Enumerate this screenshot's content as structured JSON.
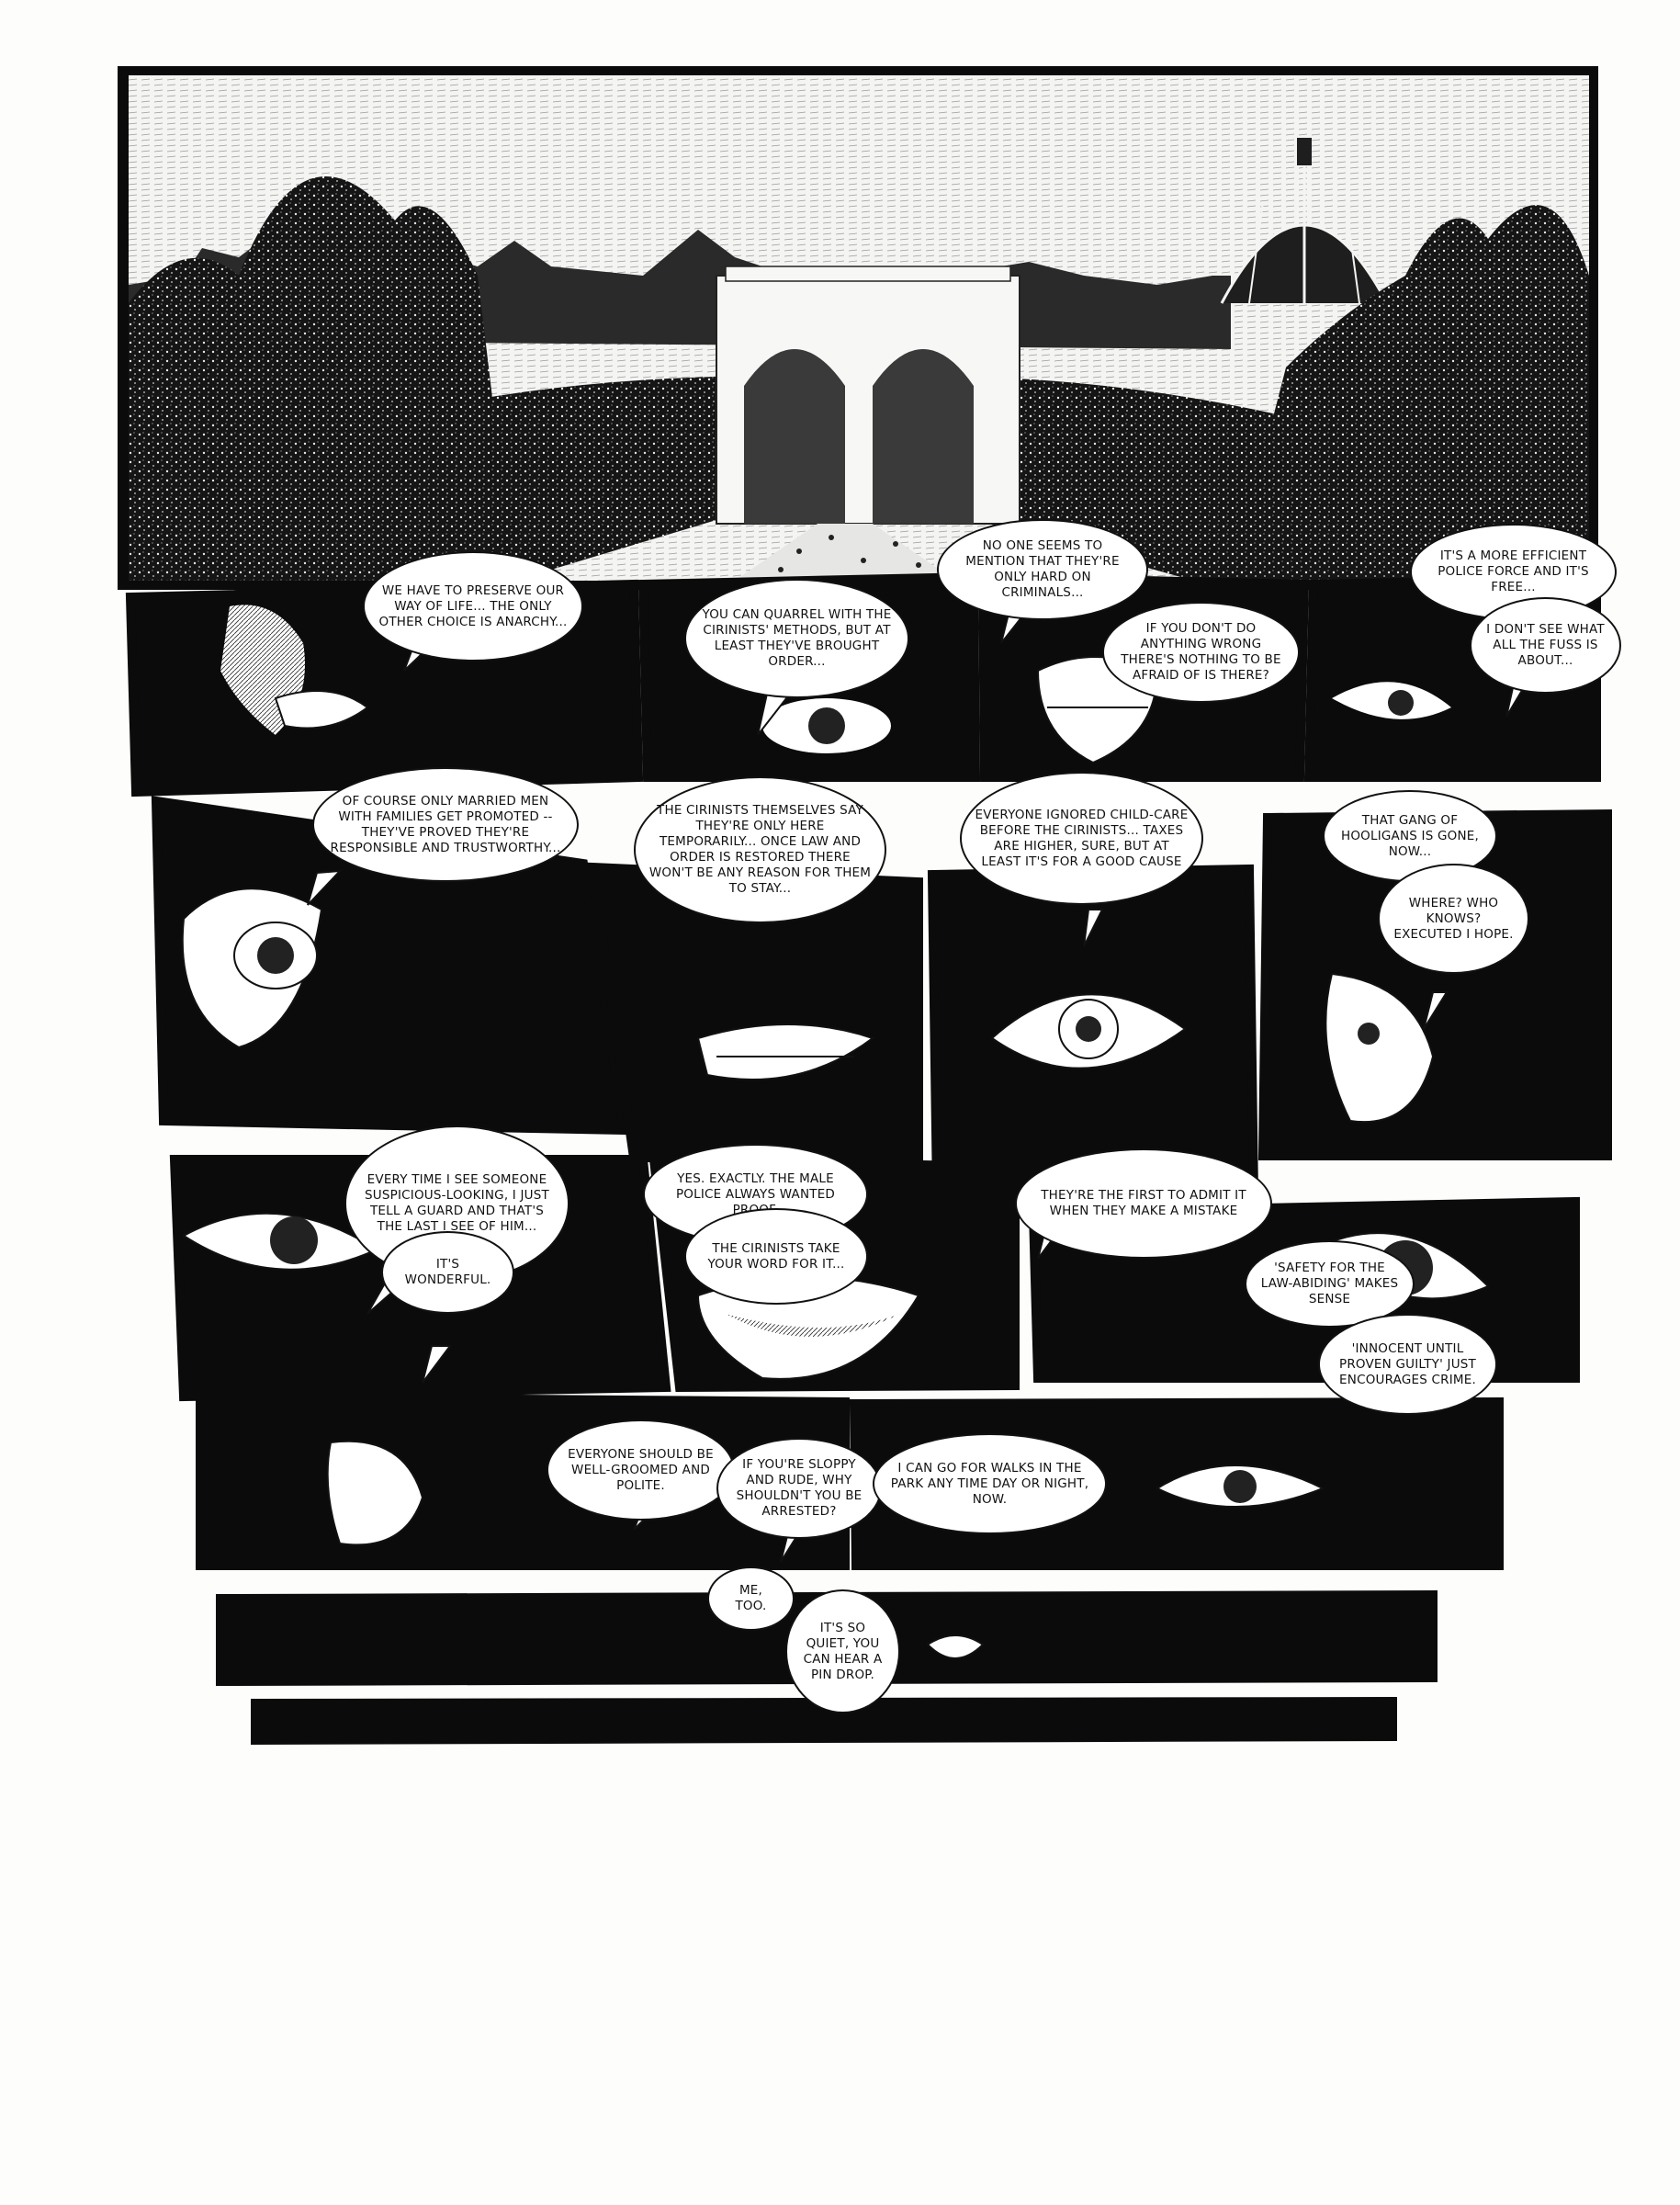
{
  "page": {
    "title": "",
    "colors": {
      "ink": "#111111",
      "paper": "#fdfdfb",
      "panel_black": "#0b0b0b"
    }
  },
  "bubbles": [
    {
      "id": "b1",
      "text": "WE HAVE TO PRESERVE OUR WAY OF LIFE... THE ONLY OTHER CHOICE IS ANARCHY..."
    },
    {
      "id": "b2",
      "text": "YOU CAN QUARREL WITH THE CIRINISTS' METHODS, BUT AT LEAST THEY'VE BROUGHT ORDER..."
    },
    {
      "id": "b3",
      "text": "NO ONE SEEMS TO MENTION THAT THEY'RE ONLY HARD ON CRIMINALS..."
    },
    {
      "id": "b4",
      "text": "IF YOU DON'T DO ANYTHING WRONG THERE'S NOTHING TO BE AFRAID OF IS THERE?"
    },
    {
      "id": "b5",
      "text": "IT'S A MORE EFFICIENT POLICE FORCE AND IT'S FREE..."
    },
    {
      "id": "b6",
      "text": "I DON'T SEE WHAT ALL THE FUSS IS ABOUT..."
    },
    {
      "id": "b7",
      "text": "OF COURSE ONLY MARRIED MEN WITH FAMILIES GET PROMOTED -- THEY'VE PROVED THEY'RE RESPONSIBLE AND TRUSTWORTHY..."
    },
    {
      "id": "b8",
      "text": "THE CIRINISTS THEMSELVES SAY THEY'RE ONLY HERE TEMPORARILY... ONCE LAW AND ORDER IS RESTORED THERE WON'T BE ANY REASON FOR THEM TO STAY..."
    },
    {
      "id": "b9",
      "text": "EVERYONE IGNORED CHILD-CARE BEFORE THE CIRINISTS... TAXES ARE HIGHER, SURE, BUT AT LEAST IT'S FOR A GOOD CAUSE"
    },
    {
      "id": "b10",
      "text": "THAT GANG OF HOOLIGANS IS GONE, NOW..."
    },
    {
      "id": "b11",
      "text": "WHERE? WHO KNOWS? EXECUTED I HOPE."
    },
    {
      "id": "b12",
      "text": "EVERY TIME I SEE SOMEONE SUSPICIOUS-LOOKING, I JUST TELL A GUARD AND THAT'S THE LAST I SEE OF HIM..."
    },
    {
      "id": "b13",
      "text": "IT'S WONDERFUL."
    },
    {
      "id": "b14",
      "text": "YES. EXACTLY. THE MALE POLICE ALWAYS WANTED PROOF."
    },
    {
      "id": "b15",
      "text": "THE CIRINISTS TAKE YOUR WORD FOR IT..."
    },
    {
      "id": "b16",
      "text": "THEY'RE THE FIRST TO ADMIT IT WHEN THEY MAKE A MISTAKE"
    },
    {
      "id": "b17",
      "text": "'SAFETY FOR THE LAW-ABIDING' MAKES SENSE"
    },
    {
      "id": "b18",
      "text": "'INNOCENT UNTIL PROVEN GUILTY' JUST ENCOURAGES CRIME."
    },
    {
      "id": "b19",
      "text": "EVERYONE SHOULD BE WELL-GROOMED AND POLITE."
    },
    {
      "id": "b20",
      "text": "IF YOU'RE SLOPPY AND RUDE, WHY SHOULDN'T YOU BE ARRESTED?"
    },
    {
      "id": "b21",
      "text": "I CAN GO FOR WALKS IN THE PARK ANY TIME DAY OR NIGHT, NOW."
    },
    {
      "id": "b22",
      "text": "ME, TOO."
    },
    {
      "id": "b23",
      "text": "IT'S SO QUIET, YOU CAN HEAR A PIN DROP."
    }
  ]
}
